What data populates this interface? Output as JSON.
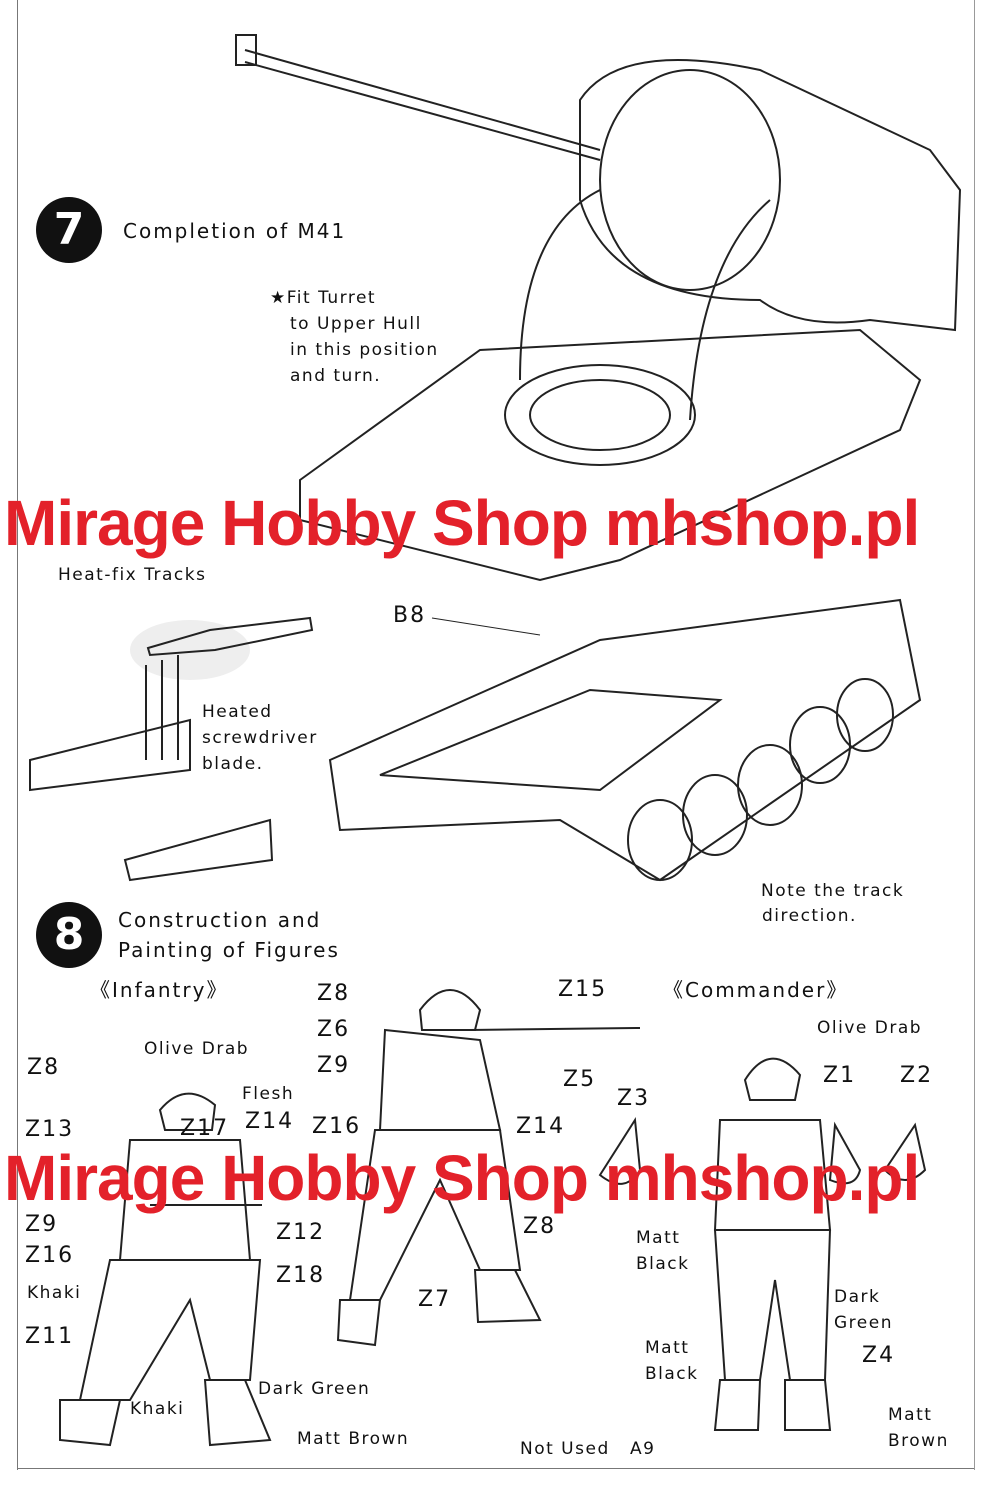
{
  "step7": {
    "number": "7",
    "title": "Completion of M41",
    "note_lines": [
      "★Fit Turret",
      "to Upper Hull",
      "in this position",
      "and turn."
    ],
    "part_b8": "B8",
    "heat_fix_label": "Heat-fix Tracks",
    "heated_lines": [
      "Heated",
      "screwdriver",
      "blade."
    ],
    "track_note_lines": [
      "Note the track",
      "direction."
    ]
  },
  "step8": {
    "number": "8",
    "title_lines": [
      "Construction and",
      "Painting of Figures"
    ],
    "infantry": {
      "title": "《Infantry》",
      "labels": [
        "Olive Drab",
        "Flesh",
        "Z8",
        "Z13",
        "Z14",
        "Z17",
        "Z9",
        "Z12",
        "Z16",
        "Z18",
        "Khaki",
        "Z11",
        "Khaki",
        "Dark Green",
        "Matt Brown"
      ]
    },
    "rifleman": {
      "labels": [
        "Z8",
        "Z15",
        "Z6",
        "Z9",
        "Z5",
        "Z16",
        "Z14",
        "Z8",
        "Z7"
      ]
    },
    "commander": {
      "title": "《Commander》",
      "labels": [
        "Olive Drab",
        "Z1",
        "Z2",
        "Z3",
        "Matt Black",
        "Dark Green",
        "Matt Black",
        "Z4",
        "Matt Brown"
      ]
    },
    "not_used": "Not Used",
    "not_used_part": "A9"
  },
  "watermark": {
    "text": "Mirage Hobby Shop  mhshop.pl",
    "color": "#e3212a"
  }
}
